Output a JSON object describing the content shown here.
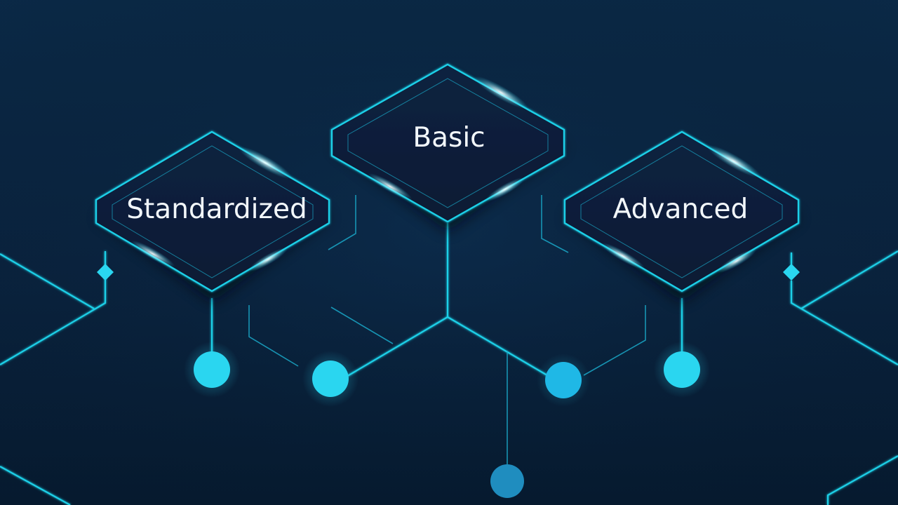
{
  "nodes": [
    {
      "id": "standardized",
      "label": "Standardized"
    },
    {
      "id": "basic",
      "label": "Basic"
    },
    {
      "id": "advanced",
      "label": "Advanced"
    }
  ],
  "colors": {
    "background_top": "#0b2a48",
    "background_bottom": "#061a2f",
    "line": "#1fd0e8",
    "line_dim": "#1aa8c8",
    "node_fill": "#0b2240",
    "node_fill_dark": "#091b34",
    "glow": "#bff6ff",
    "dot_bright": "#2ad6f0",
    "dot_mid": "#1fb8e6",
    "dot_dim": "#1f8dbf",
    "text": "#f2f7fb"
  }
}
